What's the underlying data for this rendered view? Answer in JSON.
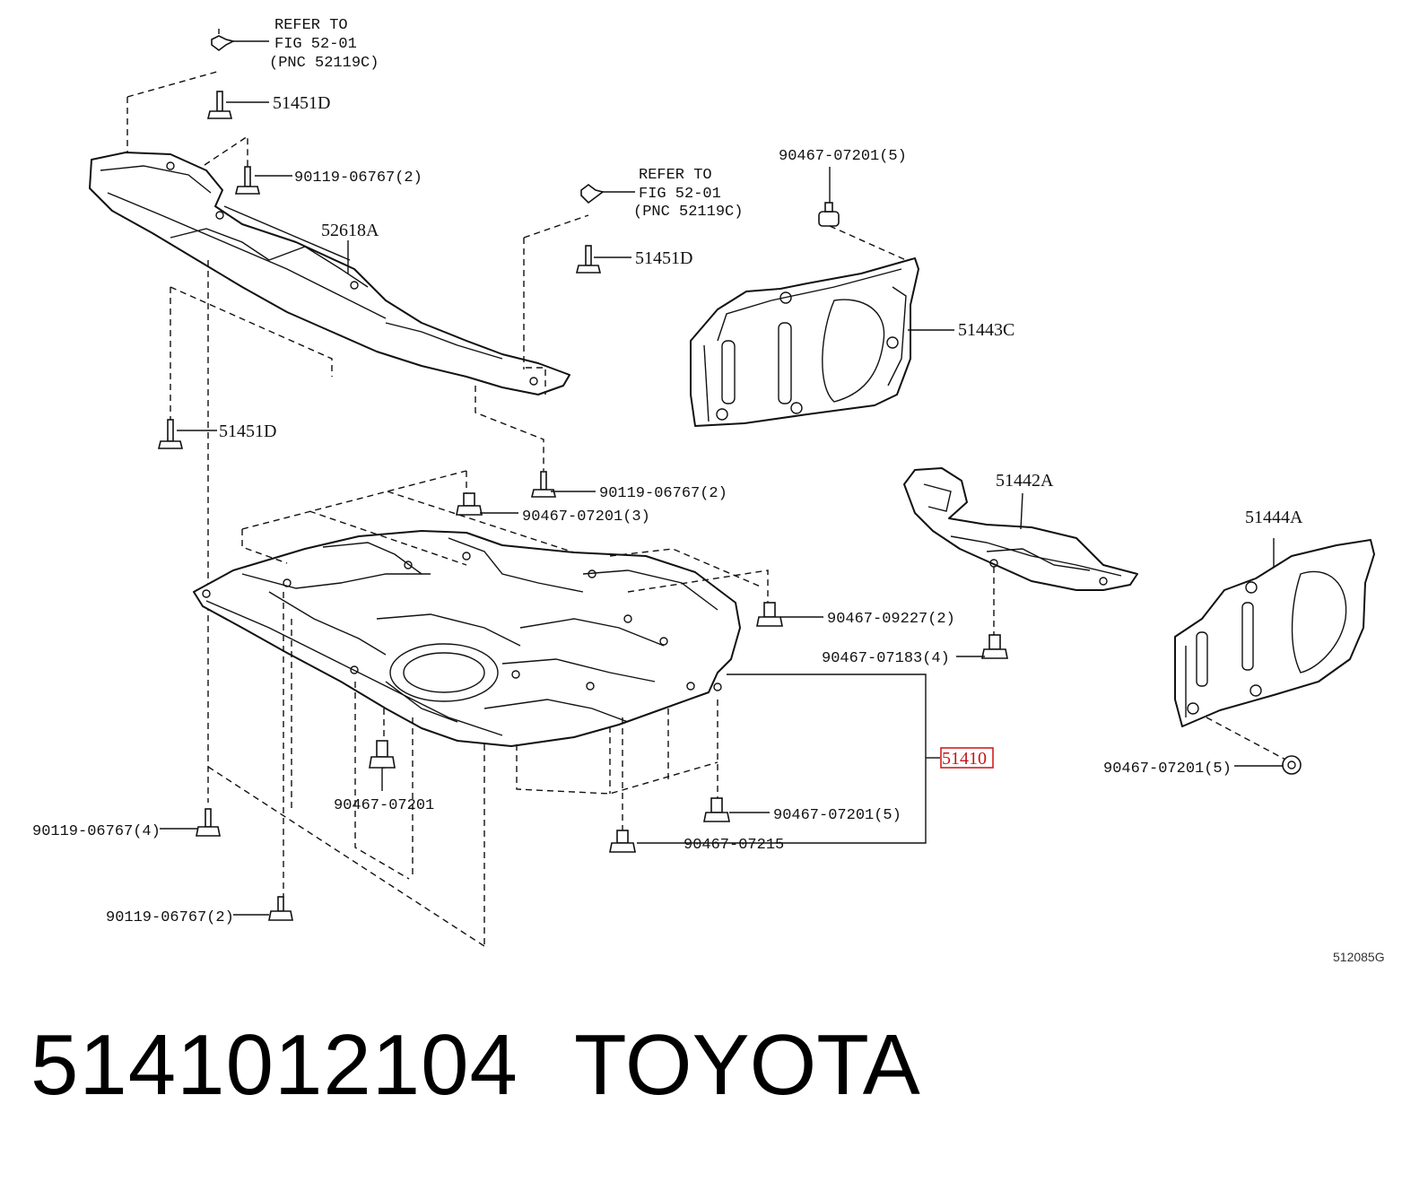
{
  "diagram": {
    "refer_top_left": {
      "line1": "REFER TO",
      "line2": "FIG 52-01",
      "line3": "(PNC 52119C)"
    },
    "refer_center": {
      "line1": "REFER TO",
      "line2": "FIG 52-01",
      "line3": "(PNC 52119C)"
    },
    "labels": {
      "l51451d_top": "51451D",
      "l90119_top": "90119-06767(2)",
      "l52618a": "52618A",
      "l51451d_mid": "51451D",
      "l90467_top_right": "90467-07201(5)",
      "l51443c": "51443C",
      "l51451d_left": "51451D",
      "l90119_mid": "90119-06767(2)",
      "l90467_3": "90467-07201(3)",
      "l51442a": "51442A",
      "l51444a": "51444A",
      "l90467_09227": "90467-09227(2)",
      "l90467_07183": "90467-07183(4)",
      "l51410": "51410",
      "l90467_right": "90467-07201(5)",
      "l90467_bottom": "90467-07201",
      "l90119_left4": "90119-06767(4)",
      "l90467_5": "90467-07201(5)",
      "l90467_07215": "90467-07215",
      "l90119_bottom2": "90119-06767(2)"
    },
    "figure_code": "512085G"
  },
  "footer": {
    "part_number": "5141012104",
    "brand": "TOYOTA"
  }
}
